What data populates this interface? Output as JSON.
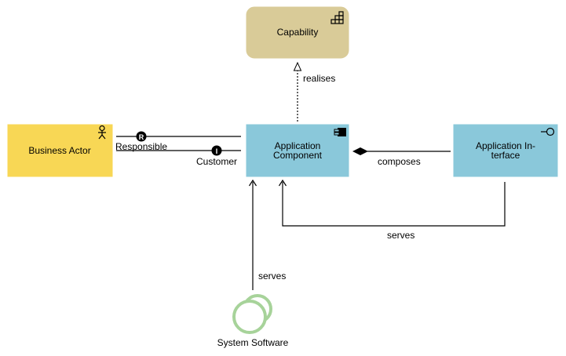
{
  "nodes": {
    "capability": {
      "label": "Capability",
      "fill": "#d9cb98",
      "icon": "capability-icon"
    },
    "business_actor": {
      "label": "Business Actor",
      "fill": "#f8d755",
      "icon": "actor-icon"
    },
    "application_component": {
      "label_line1": "Application",
      "label_line2": "Component",
      "fill": "#8ac8da",
      "icon": "component-icon"
    },
    "application_interface": {
      "label_line1": "Application In-",
      "label_line2": "terface",
      "fill": "#8ac8da",
      "icon": "interface-icon"
    },
    "system_software": {
      "label": "System Software",
      "stroke": "#a7d39a",
      "icon": "system-software-icon"
    }
  },
  "edges": {
    "realises": {
      "label": "realises"
    },
    "responsible": {
      "label": "Responsible",
      "badge": "R"
    },
    "customer": {
      "label": "Customer",
      "badge": "I"
    },
    "composes": {
      "label": "composes"
    },
    "serves_interface": {
      "label": "serves"
    },
    "serves_system": {
      "label": "serves"
    }
  }
}
